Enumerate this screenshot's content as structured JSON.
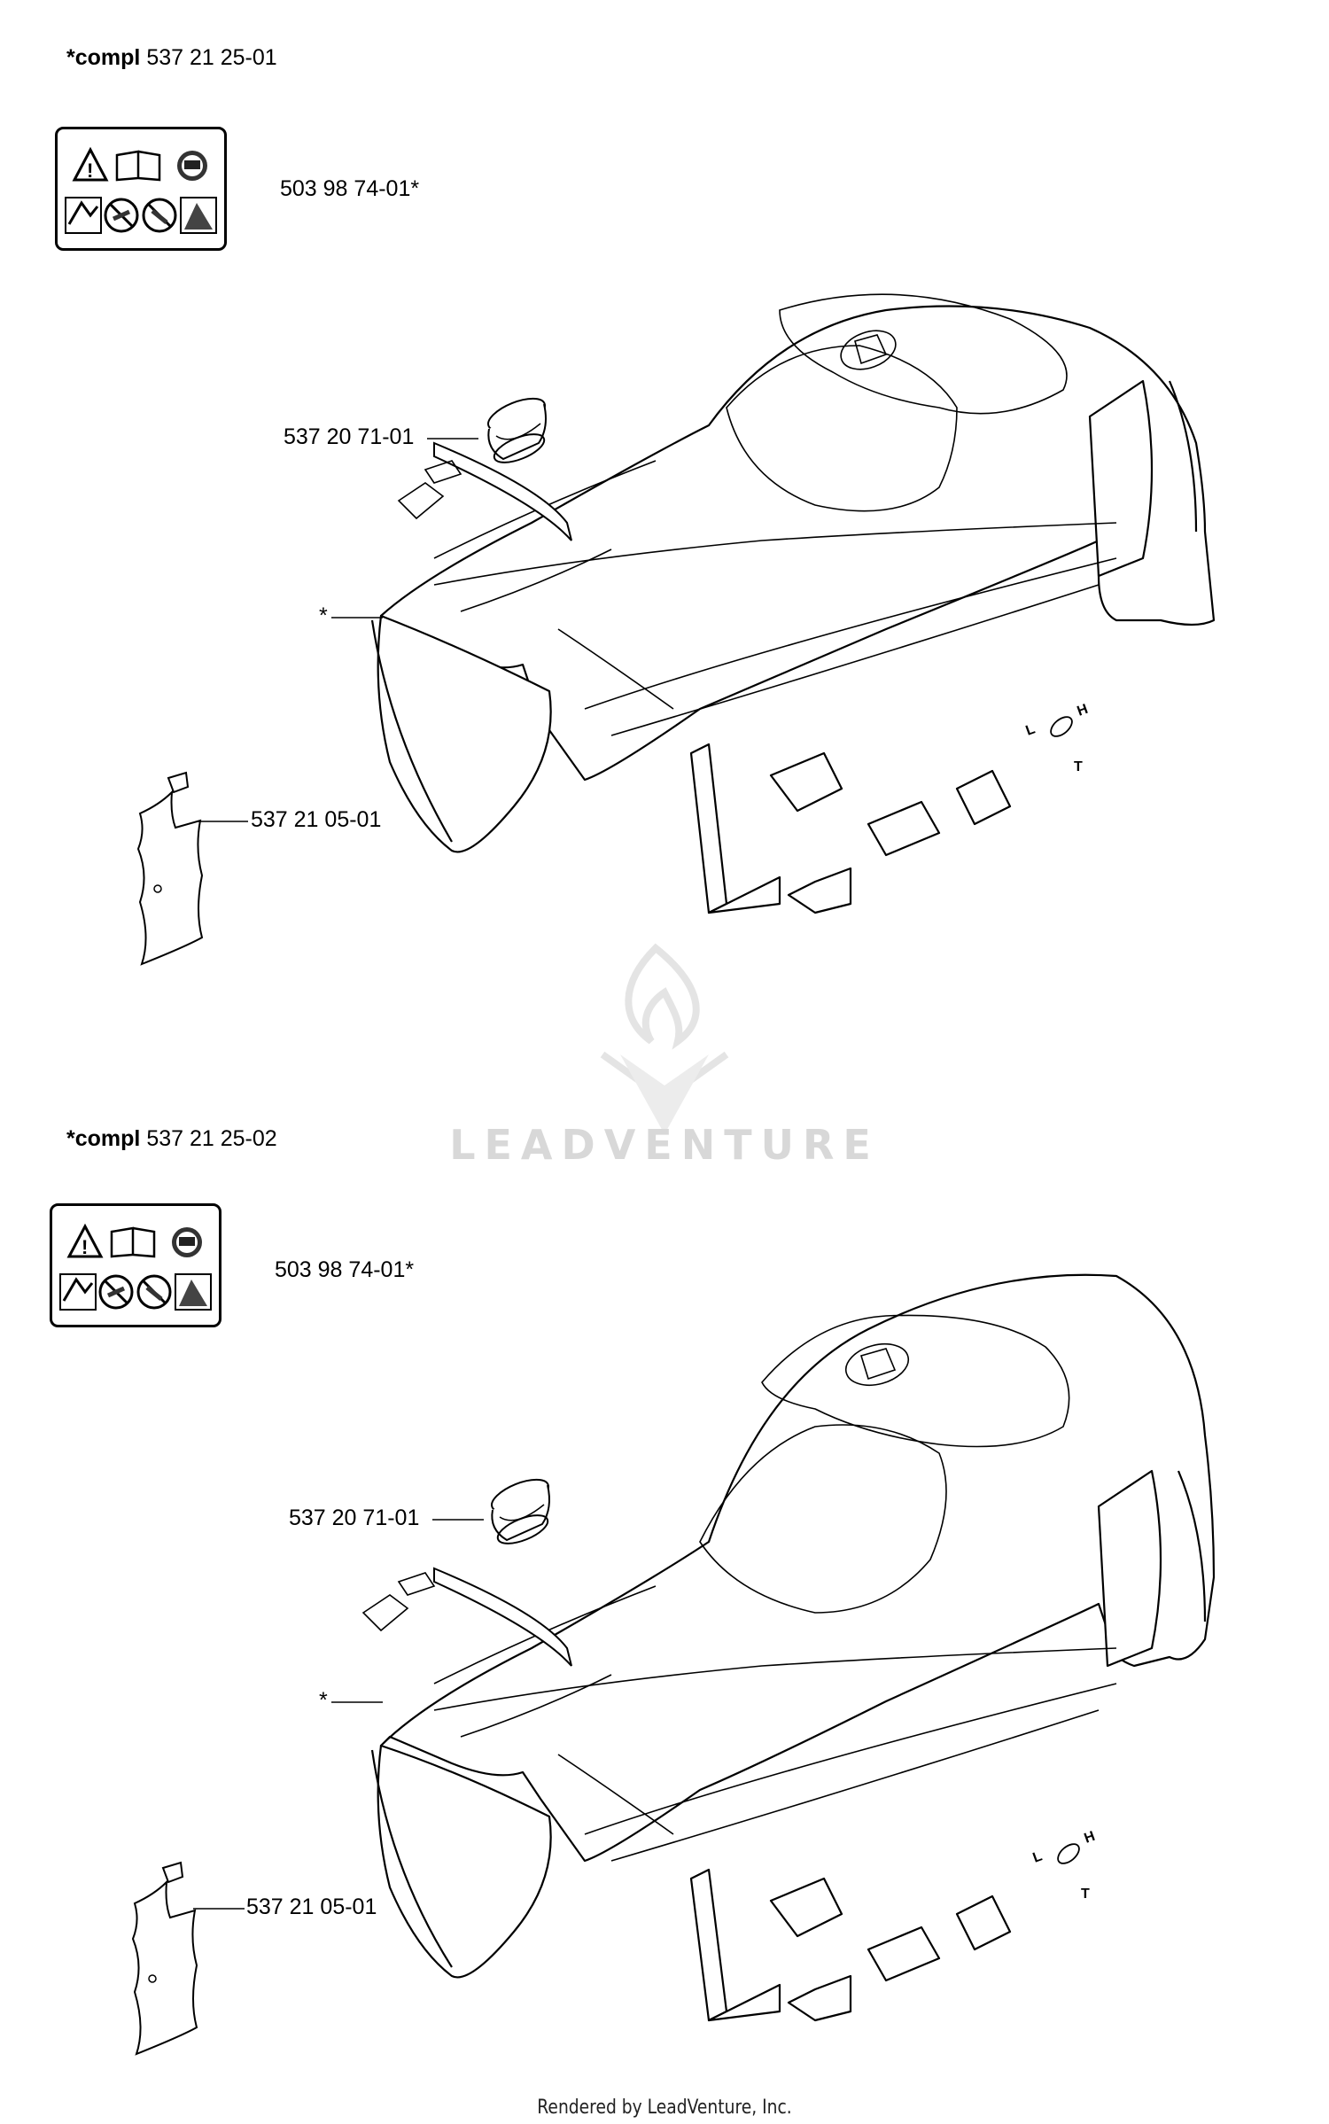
{
  "sections": [
    {
      "title_prefix": "*compl",
      "title_number": "537 21 25-01",
      "labels": {
        "decal": "503 98 74-01*",
        "cap": "537 20 71-01",
        "cover": "*",
        "plate": "537 21 05-01"
      }
    },
    {
      "title_prefix": "*compl",
      "title_number": "537 21 25-02",
      "labels": {
        "decal": "503 98 74-01*",
        "cap": "537 20 71-01",
        "cover": "*",
        "plate": "537 21 05-01"
      }
    }
  ],
  "cover_markings": {
    "lo": "L",
    "hi": "H",
    "t": "T"
  },
  "watermark": "LEADVENTURE",
  "footer": "Rendered by LeadVenture, Inc."
}
